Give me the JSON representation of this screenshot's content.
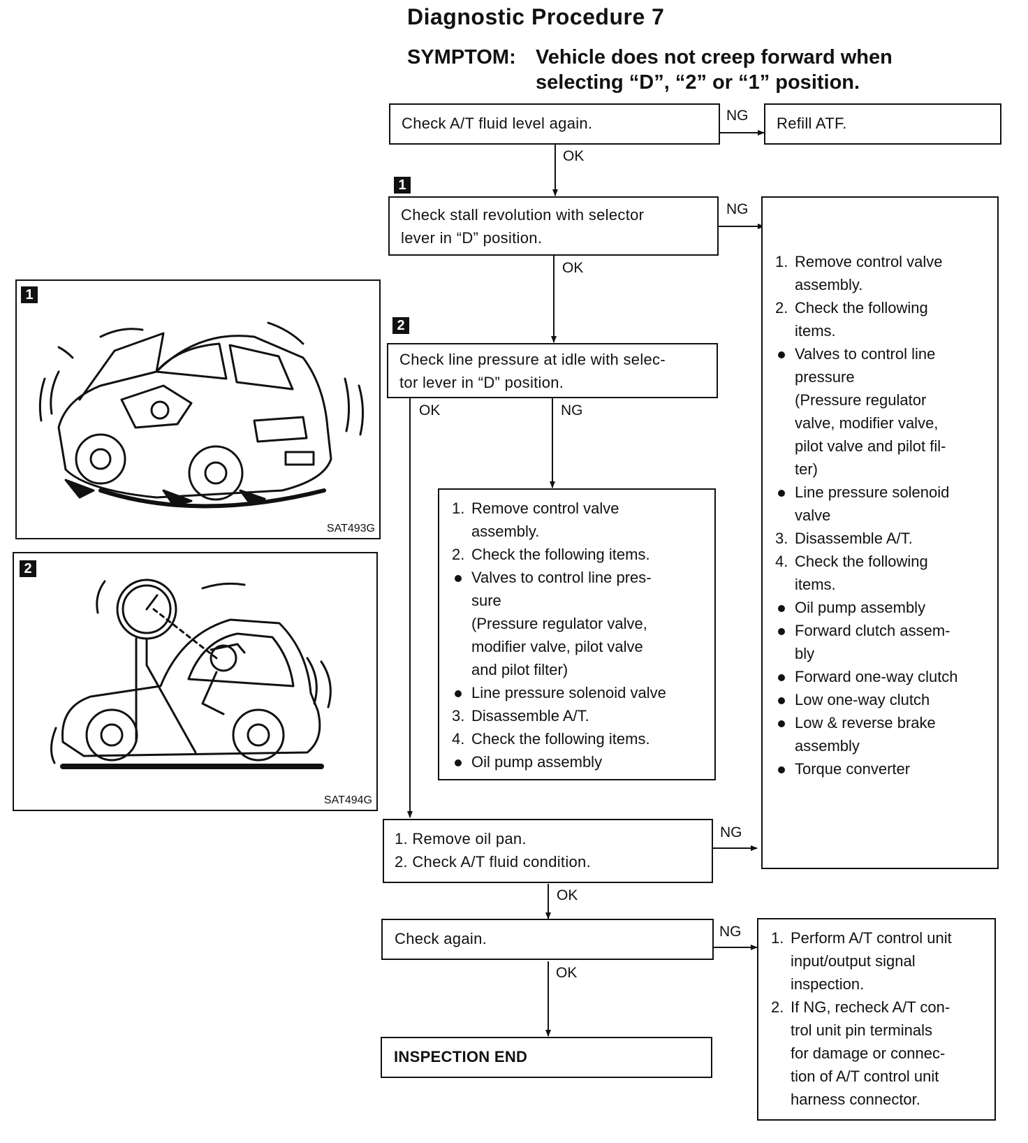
{
  "title": "Diagnostic Procedure 7",
  "symptom": {
    "label": "SYMPTOM:",
    "line1": "Vehicle does not creep forward when",
    "line2": "selecting “D”, “2” or “1” position."
  },
  "flow": {
    "check_fluid": "Check A/T fluid level again.",
    "refill": "Refill ATF.",
    "step1_badge": "1",
    "stall": "Check stall revolution with selector\nlever in “D” position.",
    "step2_badge": "2",
    "line_pressure": "Check line pressure at idle with selec-\ntor lever in “D” position.",
    "remove_oil_pan": "1. Remove oil pan.\n2. Check A/T fluid condition.",
    "check_again": "Check again.",
    "inspection_end": "INSPECTION END"
  },
  "labels": {
    "ok": "OK",
    "ng": "NG"
  },
  "middle_list": [
    {
      "mark": "1.",
      "text": "Remove control valve\nassembly."
    },
    {
      "mark": "2.",
      "text": "Check the following items."
    },
    {
      "mark": "•",
      "text": "Valves to control line pres-\nsure\n(Pressure regulator valve,\nmodifier valve, pilot valve\nand pilot filter)"
    },
    {
      "mark": "•",
      "text": "Line pressure solenoid valve"
    },
    {
      "mark": "3.",
      "text": "Disassemble A/T."
    },
    {
      "mark": "4.",
      "text": "Check the following items."
    },
    {
      "mark": "•",
      "text": "Oil pump assembly"
    }
  ],
  "right_list": [
    {
      "mark": "1.",
      "text": "Remove control valve\nassembly."
    },
    {
      "mark": "2.",
      "text": "Check the following\nitems."
    },
    {
      "mark": "•",
      "text": "Valves to control line\npressure\n(Pressure regulator\nvalve, modifier valve,\npilot valve and pilot fil-\nter)"
    },
    {
      "mark": "•",
      "text": "Line pressure solenoid\nvalve"
    },
    {
      "mark": "3.",
      "text": "Disassemble A/T."
    },
    {
      "mark": "4.",
      "text": "Check the following\nitems."
    },
    {
      "mark": "•",
      "text": "Oil pump assembly"
    },
    {
      "mark": "•",
      "text": "Forward clutch assem-\nbly"
    },
    {
      "mark": "•",
      "text": "Forward one-way clutch"
    },
    {
      "mark": "•",
      "text": "Low one-way clutch"
    },
    {
      "mark": "•",
      "text": "Low & reverse brake\nassembly"
    },
    {
      "mark": "•",
      "text": "Torque converter"
    }
  ],
  "bottom_right_list": [
    {
      "mark": "1.",
      "text": "Perform A/T control unit\ninput/output signal\ninspection."
    },
    {
      "mark": "2.",
      "text": "If NG, recheck A/T con-\ntrol unit pin terminals\nfor damage or connec-\ntion of A/T control unit\nharness connector."
    }
  ],
  "figures": [
    {
      "badge": "1",
      "code": "SAT493G",
      "icon": "car-stall-test-illustration"
    },
    {
      "badge": "2",
      "code": "SAT494G",
      "icon": "car-pressure-gauge-illustration"
    }
  ]
}
